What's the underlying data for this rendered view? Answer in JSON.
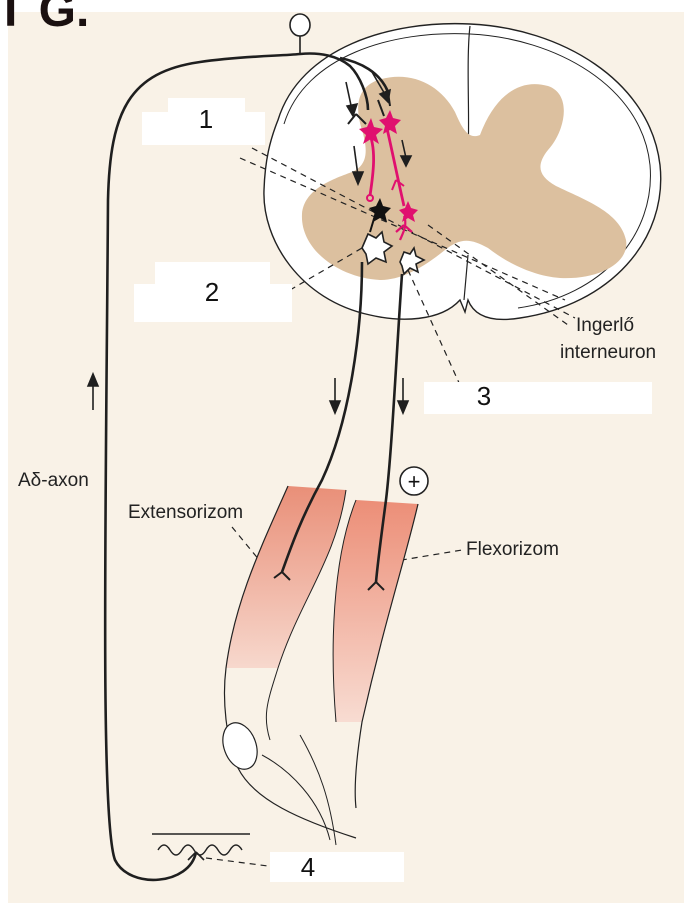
{
  "header_fragment": "T G.",
  "labels": {
    "ingerlo_line1": "Ingerlő",
    "ingerlo_line2": "interneuron",
    "ad_axon": "Aδ-axon",
    "extensor": "Extensorizom",
    "flexor": "Flexorizom",
    "plus": "+"
  },
  "answer_boxes": [
    {
      "number": "1",
      "value": ""
    },
    {
      "number": "2",
      "value": ""
    },
    {
      "number": "3",
      "value": ""
    },
    {
      "number": "4",
      "value": ""
    }
  ],
  "colors": {
    "background": "#f9f2e7",
    "gray_matter": "#dcc09f",
    "interneuron": "#e0106f",
    "muscle": "#e98f78",
    "stroke": "#222222"
  }
}
